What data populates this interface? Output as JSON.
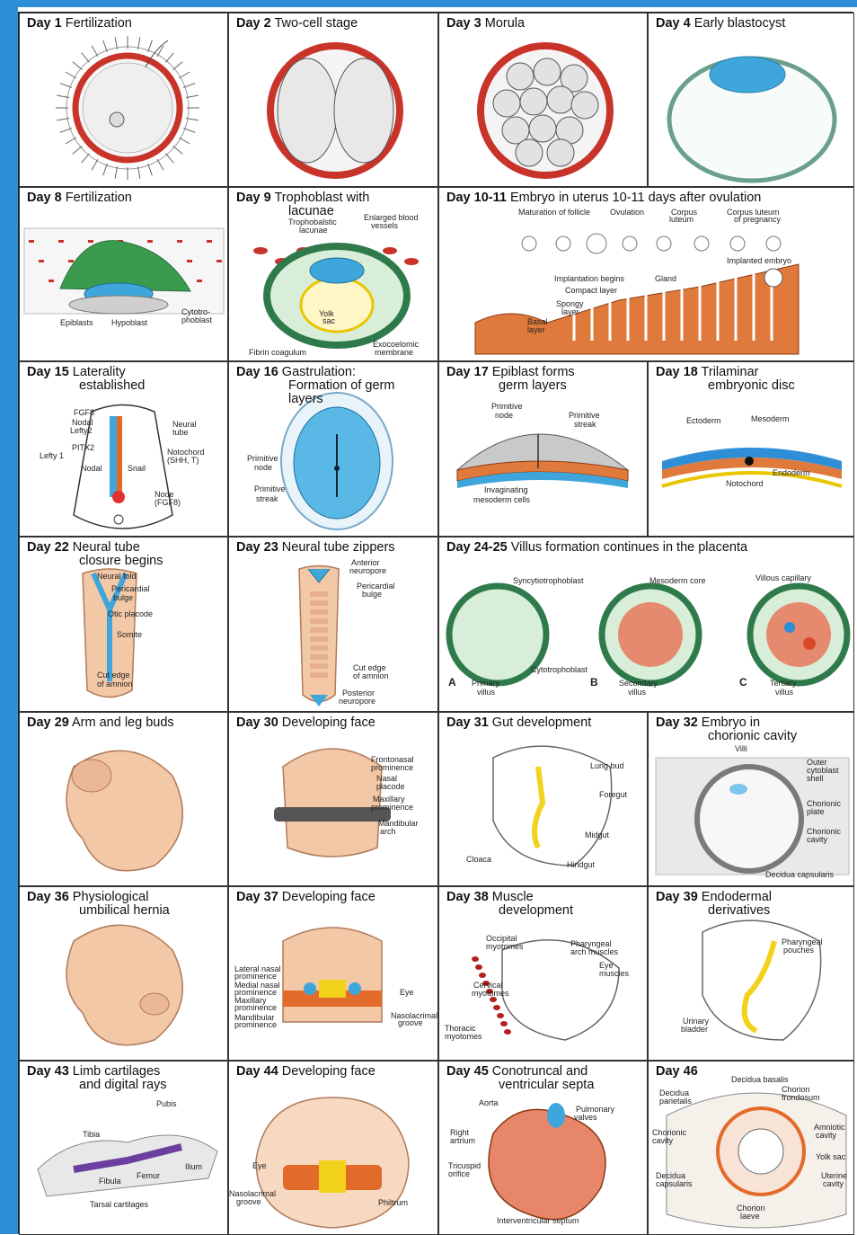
{
  "colors": {
    "accent": "#2f8fd6",
    "membrane": "#c8342a",
    "green": "#2f7a4a",
    "flesh": "#f3c8a6",
    "blue": "#3fa6dc",
    "yellow": "#f2d21a",
    "orange": "#e36b2a"
  },
  "panels": [
    {
      "day": "Day 1",
      "title": "Fertilization",
      "title2": ""
    },
    {
      "day": "Day 2",
      "title": "Two-cell stage",
      "title2": ""
    },
    {
      "day": "Day 3",
      "title": "Morula",
      "title2": ""
    },
    {
      "day": "Day 4",
      "title": "Early blastocyst",
      "title2": ""
    },
    {
      "day": "Day 8",
      "title": "Fertilization",
      "title2": "",
      "labels": [
        "Epiblasts",
        "Hypoblast",
        "Cytotro-",
        "phoblast"
      ]
    },
    {
      "day": "Day 9",
      "title": "Trophoblast with",
      "title2": "lacunae",
      "labels": [
        "Trophobalstic",
        "lacunae",
        "Enlarged blood",
        "vessels",
        "Yolk",
        "sac",
        "Fibrin coagulum",
        "Exocoelomic",
        "membrane"
      ]
    },
    {
      "day": "Day 10-11",
      "title": "Embryo in uterus 10-11 days after ovulation",
      "title2": "",
      "labels": [
        "Maturation of follicle",
        "Ovulation",
        "Corpus",
        "luteum",
        "Corpus luteum",
        "of pregnancy",
        "Implanted embryo",
        "Implantation begins",
        "Gland",
        "Compact layer",
        "Spongy",
        "layer",
        "Basal",
        "layer"
      ]
    },
    {
      "day": "Day 15",
      "title": "Laterality",
      "title2": "established",
      "labels": [
        "FGF8",
        "Nodal",
        "Lefty2",
        "PITX2",
        "Lefty 1",
        "Nodal",
        "Snail",
        "Neural",
        "tube",
        "Notochord",
        "(SHH, T)",
        "Node",
        "(FGF8)"
      ]
    },
    {
      "day": "Day 16",
      "title": "Gastrulation:",
      "title2": "Formation of germ layers",
      "labels": [
        "Primitive",
        "node",
        "Primitive",
        "streak"
      ]
    },
    {
      "day": "Day 17",
      "title": "Epiblast forms",
      "title2": "germ layers",
      "labels": [
        "Primitive",
        "node",
        "Primitive",
        "streak",
        "Invaginating",
        "mesoderm cells"
      ]
    },
    {
      "day": "Day 18",
      "title": "Trilaminar",
      "title2": "embryonic disc",
      "labels": [
        "Ectoderm",
        "Mesoderm",
        "Endoderm",
        "Notochord"
      ]
    },
    {
      "day": "Day 22",
      "title": "Neural tube",
      "title2": "closure begins",
      "labels": [
        "Neural fold",
        "Pericardial",
        "bulge",
        "Otic placode",
        "Somite",
        "Cut edge",
        "of amnion"
      ]
    },
    {
      "day": "Day 23",
      "title": "Neural tube zippers",
      "title2": "",
      "labels": [
        "Anterior",
        "neuropore",
        "Pericardial",
        "bulge",
        "Cut edge",
        "of amnion",
        "Posterior",
        "neuropore"
      ]
    },
    {
      "day": "Day 24-25",
      "title": "Villus formation continues in the placenta",
      "title2": "",
      "labels": [
        "Syncytiotrophoblast",
        "Mesoderm core",
        "Villous capillary",
        "Cytotrophoblast",
        "A",
        "Primary",
        "villus",
        "B",
        "Secondary",
        "villus",
        "C",
        "Tertiary",
        "villus"
      ]
    },
    {
      "day": "Day 29",
      "title": "Arm and leg buds",
      "title2": ""
    },
    {
      "day": "Day 30",
      "title": "Developing face",
      "title2": "",
      "labels": [
        "Frontonasal",
        "prominence",
        "Nasal",
        "placode",
        "Maxillary",
        "prominence",
        "Mandibular",
        "arch"
      ]
    },
    {
      "day": "Day 31",
      "title": "Gut development",
      "title2": "",
      "labels": [
        "Lung bud",
        "Foregut",
        "Midgut",
        "Cloaca",
        "Hindgut"
      ]
    },
    {
      "day": "Day 32",
      "title": "Embryo in",
      "title2": "chorionic cavity",
      "labels": [
        "Villi",
        "Outer",
        "cytoblast",
        "shell",
        "Chorionic",
        "plate",
        "Chorionic",
        "cavity",
        "Decidua capsularis"
      ]
    },
    {
      "day": "Day 36",
      "title": "Physiological",
      "title2": "umbilical hernia"
    },
    {
      "day": "Day 37",
      "title": "Developing face",
      "title2": "",
      "labels": [
        "Lateral nasal",
        "prominence",
        "Medial nasal",
        "prominence",
        "Maxillary",
        "prominence",
        "Mandibular",
        "prominence",
        "Eye",
        "Nasolacrimal",
        "groove"
      ]
    },
    {
      "day": "Day 38",
      "title": "Muscle",
      "title2": "development",
      "labels": [
        "Occipital",
        "myotomes",
        "Pharyngeal",
        "arch muscles",
        "Cervical",
        "myotomes",
        "Eye",
        "muscles",
        "Thoracic",
        "myotomes"
      ]
    },
    {
      "day": "Day 39",
      "title": "Endodermal",
      "title2": "derivatives",
      "labels": [
        "Pharyngeal",
        "pouches",
        "Urinary",
        "bladder"
      ]
    },
    {
      "day": "Day 43",
      "title": "Limb cartilages",
      "title2": "and digital rays",
      "labels": [
        "Pubis",
        "Tibia",
        "Ilium",
        "Femur",
        "Fibula",
        "Tarsal cartilages"
      ]
    },
    {
      "day": "Day 44",
      "title": "Developing face",
      "title2": "",
      "labels": [
        "Eye",
        "Nasolacrimal",
        "groove",
        "Philtrum"
      ]
    },
    {
      "day": "Day 45",
      "title": "Conotruncal and",
      "title2": "ventricular septa",
      "labels": [
        "Aorta",
        "Pulmonary",
        "valves",
        "Right",
        "artrium",
        "Tricuspid",
        "orifice",
        "Interventricular septum"
      ]
    },
    {
      "day": "Day 46",
      "title": "",
      "title2": "",
      "labels": [
        "Decidua basalis",
        "Decidua",
        "parietalis",
        "Chorion",
        "frondosum",
        "Amniotic",
        "cavity",
        "Chorionic",
        "cavity",
        "Yolk sac",
        "Decidua",
        "capsularis",
        "Uterine",
        "cavity",
        "Chorion",
        "laeve"
      ]
    }
  ]
}
